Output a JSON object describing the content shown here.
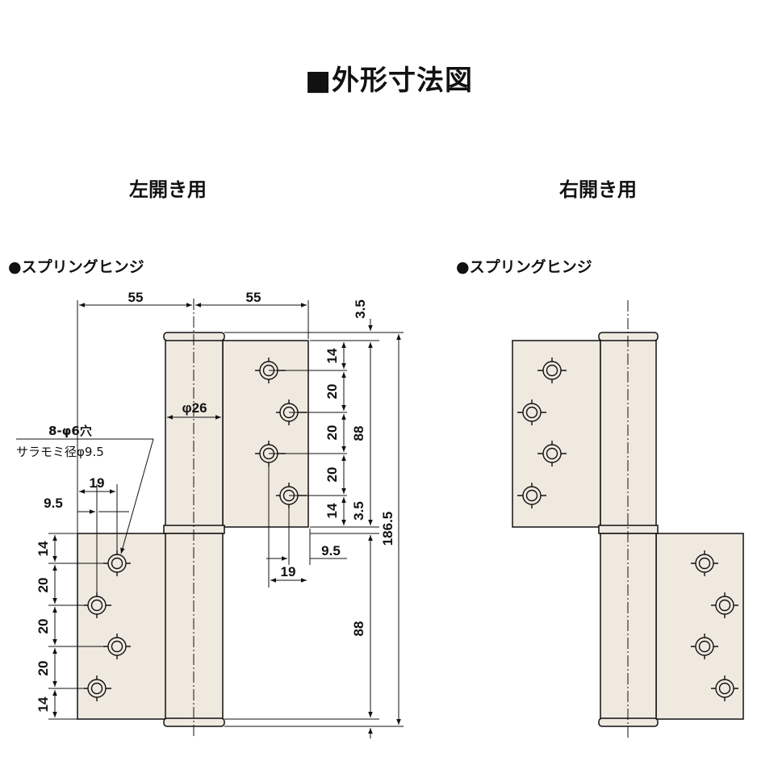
{
  "title": "■外形寸法図",
  "left": {
    "heading": "左開き用",
    "label": "●スプリングヒンジ"
  },
  "right": {
    "heading": "右開き用",
    "label": "●スプリングヒンジ"
  },
  "dimensions": {
    "leaf_width_left": "55",
    "leaf_width_right": "55",
    "top_gap": "3.5",
    "hole_pitch_first": "14",
    "hole_pitch_a": "20",
    "hole_pitch_b": "20",
    "hole_pitch_c": "20",
    "hole_pitch_last": "14",
    "leaf_height_upper": "88",
    "leaf_height_lower": "88",
    "mid_gap": "3.5",
    "total_height": "186.5",
    "knuckle_dia": "φ26",
    "hole_offset_a": "9.5",
    "hole_offset_b": "19",
    "lower_offset_a": "9.5",
    "lower_offset_b": "19",
    "lower_pitch_first": "14",
    "lower_pitch_a": "20",
    "lower_pitch_b": "20",
    "lower_pitch_c": "20",
    "lower_pitch_last": "14",
    "hole_spec_1": "8-φ6穴",
    "hole_spec_2": "サラモミ径φ9.5"
  },
  "colors": {
    "leaf_fill": "#efe9e0",
    "line": "#111111"
  }
}
